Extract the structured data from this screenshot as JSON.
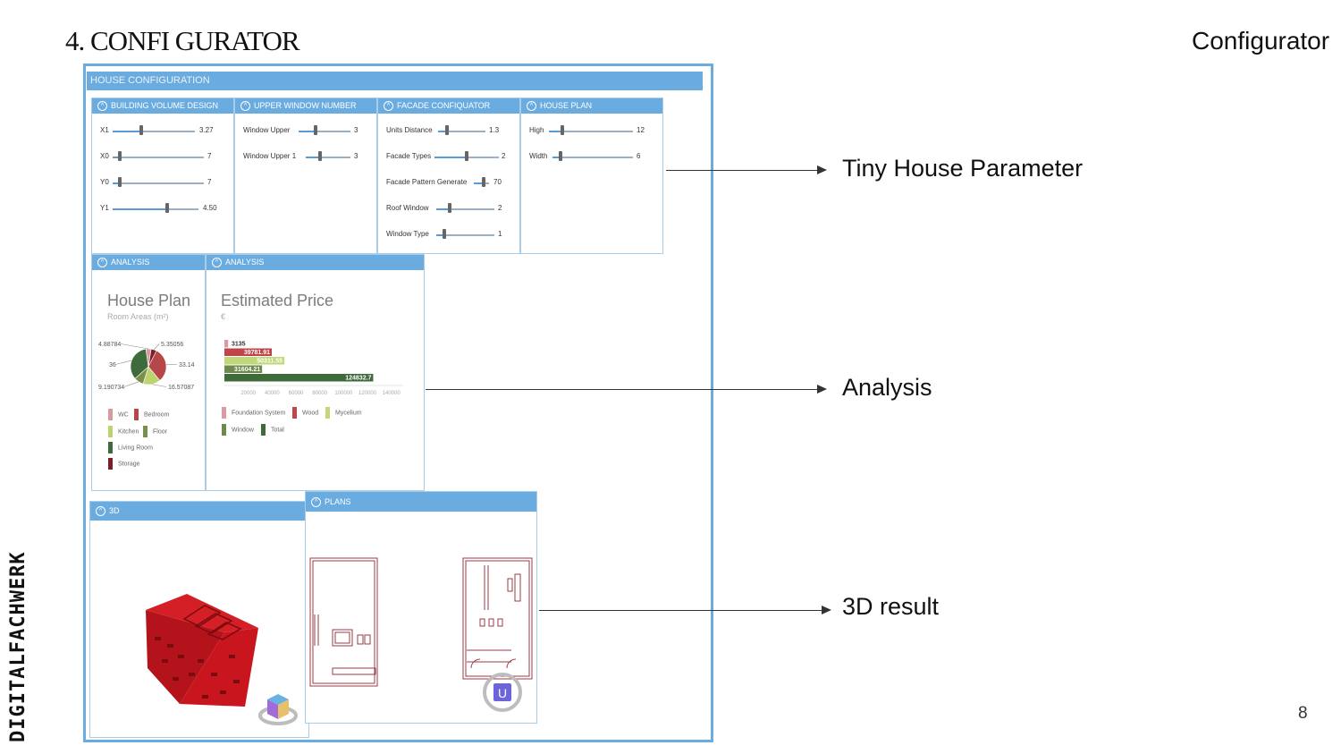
{
  "slide": {
    "title": "4. CONFI GURATOR",
    "right_label": "Configurator",
    "brand": "DIGITALFACHWERK",
    "page_number": "8"
  },
  "config": {
    "header": "HOUSE CONFIGURATION",
    "building_volume": {
      "title": "BUILDING VOLUME DESIGN",
      "sliders": [
        {
          "label": "X1",
          "value": "3.27"
        },
        {
          "label": "X0",
          "value": "7"
        },
        {
          "label": "Y0",
          "value": "7"
        },
        {
          "label": "Y1",
          "value": "4.50"
        }
      ]
    },
    "upper_window": {
      "title": "UPPER WINDOW NUMBER",
      "sliders": [
        {
          "label": "Window Upper",
          "value": "3"
        },
        {
          "label": "Window Upper 1",
          "value": "3"
        }
      ]
    },
    "facade": {
      "title": "FACADE CONFIQUATOR",
      "sliders": [
        {
          "label": "Units Distance",
          "value": "1.3"
        },
        {
          "label": "Facade Types",
          "value": "2"
        },
        {
          "label": "Facade Pattern Generate",
          "value": "70"
        },
        {
          "label": "Roof Window",
          "value": "2"
        },
        {
          "label": "Window Type",
          "value": "1"
        }
      ]
    },
    "house_plan": {
      "title": "HOUSE PLAN",
      "sliders": [
        {
          "label": "High",
          "value": "12"
        },
        {
          "label": "Width",
          "value": "6"
        }
      ]
    }
  },
  "analysis_plan": {
    "header": "ANALYSIS",
    "title": "House Plan",
    "subtitle": "Room Areas (m²)",
    "colors": {
      "wc": "#d79aa0",
      "bedroom": "#b5474b",
      "kitchen": "#bcd36e",
      "floor": "#7a8f4a",
      "living": "#3e6b3c",
      "storage": "#7b1e2b"
    },
    "chart_data": {
      "type": "pie",
      "title": "House Plan",
      "subtitle": "Room Areas (m²)",
      "labels": [
        "WC",
        "Bedroom",
        "Kitchen",
        "Floor",
        "Living Room",
        "Storage"
      ],
      "values": [
        4.88784,
        33.14,
        16.57087,
        9.190734,
        36,
        5.35056
      ],
      "value_labels": [
        "4.88784",
        "33.14",
        "16.57087",
        "9.190734",
        "36",
        "5.35056"
      ]
    },
    "legend": [
      "WC",
      "Bedroom",
      "Kitchen",
      "Floor",
      "Living Room",
      "Storage"
    ]
  },
  "analysis_price": {
    "header": "ANALYSIS",
    "title": "Estimated Price",
    "subtitle": "€",
    "colors": {
      "foundation": "#dc9aa2",
      "wood": "#c0454a",
      "mycelium": "#c2d77a",
      "window": "#6d8a4c",
      "total": "#3f6b3b"
    },
    "chart_data": {
      "type": "bar",
      "orientation": "horizontal",
      "title": "Estimated Price",
      "ylabel": "€",
      "categories": [
        "Foundation System",
        "Wood",
        "Mycelium",
        "Window",
        "Total"
      ],
      "values": [
        3135,
        39781.91,
        50311.55,
        31604.21,
        124832.7
      ],
      "value_labels": [
        "3135",
        "39781.91",
        "50311.55",
        "31604.21",
        "124832.7"
      ],
      "xlim": [
        0,
        150000
      ],
      "xticks": [
        "20000",
        "40000",
        "60000",
        "80000",
        "100000",
        "120000",
        "140000"
      ]
    },
    "legend": [
      "Foundation System",
      "Wood",
      "Mycelium",
      "Window",
      "Total"
    ]
  },
  "view3d": {
    "header": "3D"
  },
  "plans": {
    "header": "PLANS",
    "navigator_label": "U"
  },
  "callouts": {
    "parameter": "Tiny House Parameter",
    "analysis": "Analysis",
    "result": "3D result"
  }
}
